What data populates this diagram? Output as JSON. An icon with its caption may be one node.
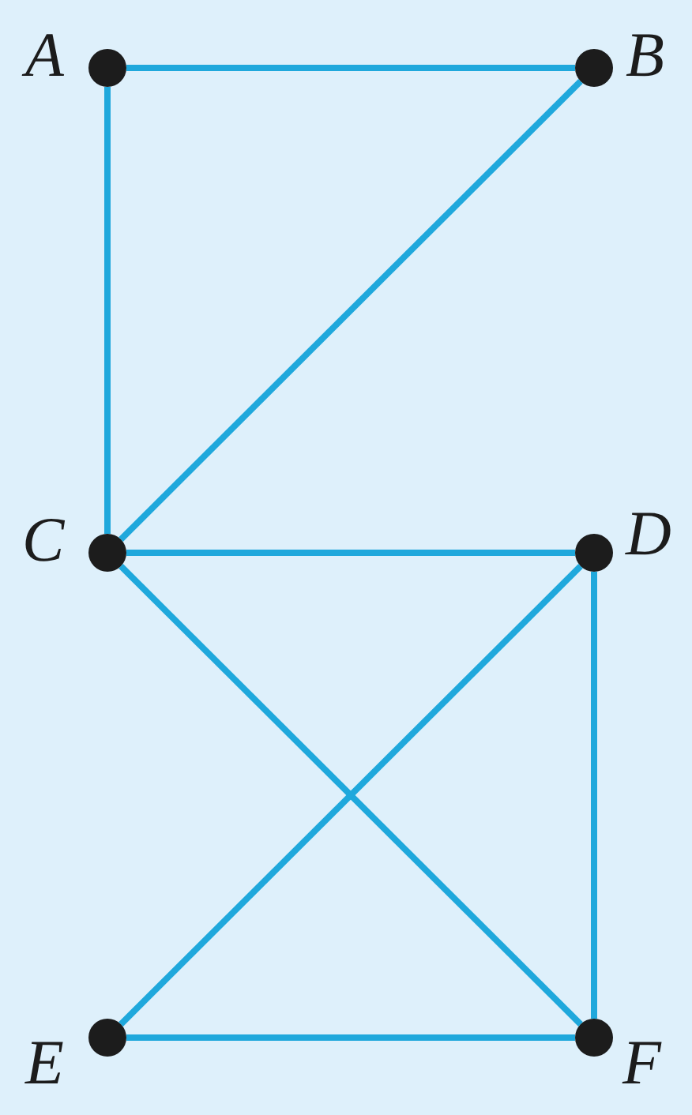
{
  "diagram": {
    "nodes": [
      {
        "text": [
          "A"
        ]
      },
      {
        "text": [
          "B"
        ]
      },
      {
        "text": [
          "C"
        ]
      },
      {
        "text": [
          "D"
        ]
      },
      {
        "text": [
          "E"
        ]
      },
      {
        "text": [
          "F"
        ]
      }
    ],
    "edges": [
      {
        "from": 0,
        "to": 1,
        "arrow": "none"
      },
      {
        "from": 0,
        "to": 2,
        "arrow": "none"
      },
      {
        "from": 1,
        "to": 2,
        "arrow": "none"
      },
      {
        "from": 2,
        "to": 3,
        "arrow": "none"
      },
      {
        "from": 2,
        "to": 5,
        "arrow": "none"
      },
      {
        "from": 3,
        "to": 4,
        "arrow": "none"
      },
      {
        "from": 3,
        "to": 5,
        "arrow": "none"
      },
      {
        "from": 4,
        "to": 5,
        "arrow": "none"
      }
    ]
  }
}
